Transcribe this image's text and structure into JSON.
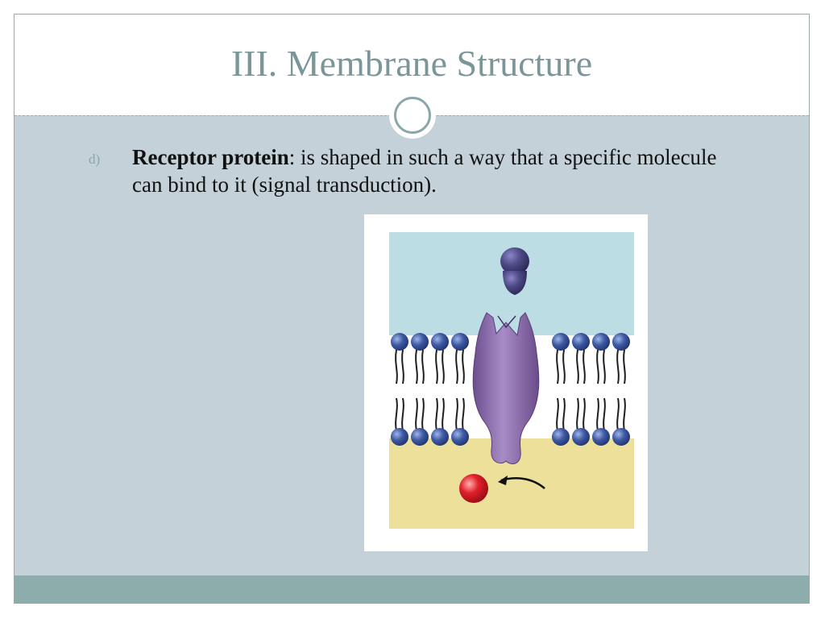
{
  "slide": {
    "title": "III. Membrane Structure",
    "bullet": {
      "marker": "d)",
      "term": "Receptor protein",
      "text": ": is shaped in such a way that a specific molecule can bind to it (signal transduction)."
    }
  },
  "figure": {
    "subject": "receptor protein in lipid bilayer with signal molecule",
    "colors": {
      "extracellular": "#bcdde4",
      "cytoplasm": "#ede09a",
      "protein": "#8a6aa6",
      "signal_molecule": "#4e4a86",
      "phospholipid_head": "#3e5aa4",
      "relay_molecule": "#e0202a"
    }
  },
  "theme": {
    "accent": "#7a9698",
    "background": "#c5d1d8",
    "footer": "#8dadad"
  }
}
